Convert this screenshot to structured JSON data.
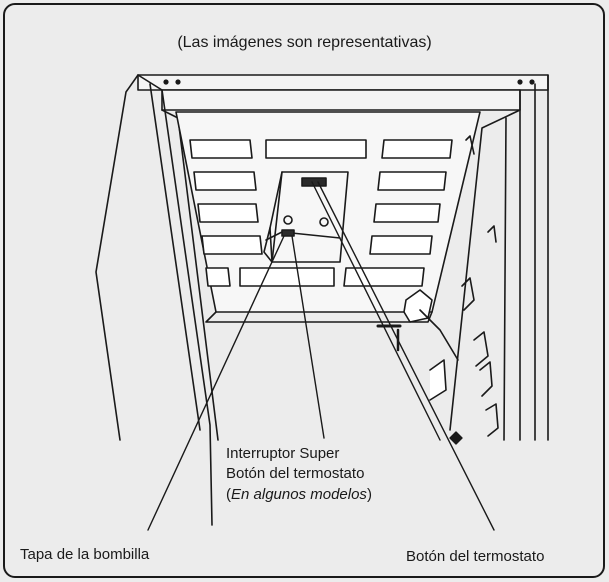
{
  "caption": "(Las imágenes son representativas)",
  "labels": {
    "super_switch": "Interruptor Super",
    "thermostat_knob_center": "Botón del termostato",
    "models_open": "(",
    "models_italic": "En algunos modelos",
    "models_close": ")",
    "bulb_cover": "Tapa de la bombilla",
    "thermostat_knob_right": "Botón del termostato"
  },
  "colors": {
    "line": "#1a1a1a",
    "background": "#ececec"
  }
}
